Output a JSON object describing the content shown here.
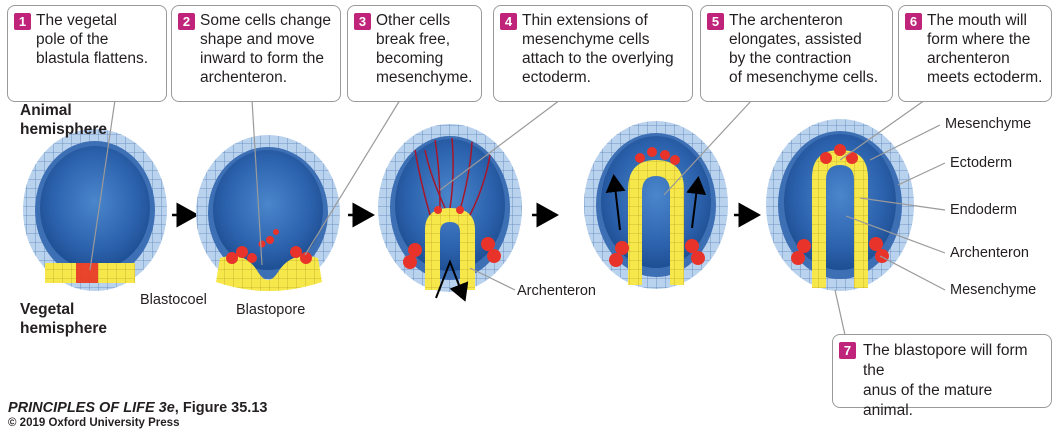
{
  "callouts": [
    {
      "num": "1",
      "text": "The vegetal\npole of the\nblastula flattens."
    },
    {
      "num": "2",
      "text": "Some cells change\nshape and move\ninward to form the\narchenteron."
    },
    {
      "num": "3",
      "text": "Other cells\nbreak free,\nbecoming\nmesenchyme."
    },
    {
      "num": "4",
      "text": "Thin extensions of\nmesenchyme cells\nattach to the overlying\nectoderm."
    },
    {
      "num": "5",
      "text": "The archenteron\nelongates, assisted\nby the contraction\nof mesenchyme cells."
    },
    {
      "num": "6",
      "text": "The mouth will\nform where the\narchenteron\nmeets ectoderm."
    },
    {
      "num": "7",
      "text": "The blastopore will form the\nanus of the mature animal."
    }
  ],
  "hemispheres": {
    "animal": "Animal\nhemisphere",
    "vegetal": "Vegetal\nhemisphere"
  },
  "labels": {
    "blastocoel": "Blastocoel",
    "blastopore": "Blastopore",
    "archenteron_mid": "Archenteron",
    "mesenchyme_top": "Mesenchyme",
    "ectoderm": "Ectoderm",
    "endoderm": "Endoderm",
    "archenteron_right": "Archenteron",
    "mesenchyme_bottom": "Mesenchyme"
  },
  "credit": {
    "title": "PRINCIPLES OF LIFE 3e",
    "figure": ", Figure 35.13",
    "copyright": "© 2019 Oxford University Press"
  },
  "colors": {
    "ectoderm": "#3d6fb5",
    "interior": "#2a5ea8",
    "cell_fill": "#b9d2ee",
    "endoderm": "#f6e84a",
    "mesenchyme": "#e8332a",
    "callout_num": "#c0237a"
  }
}
